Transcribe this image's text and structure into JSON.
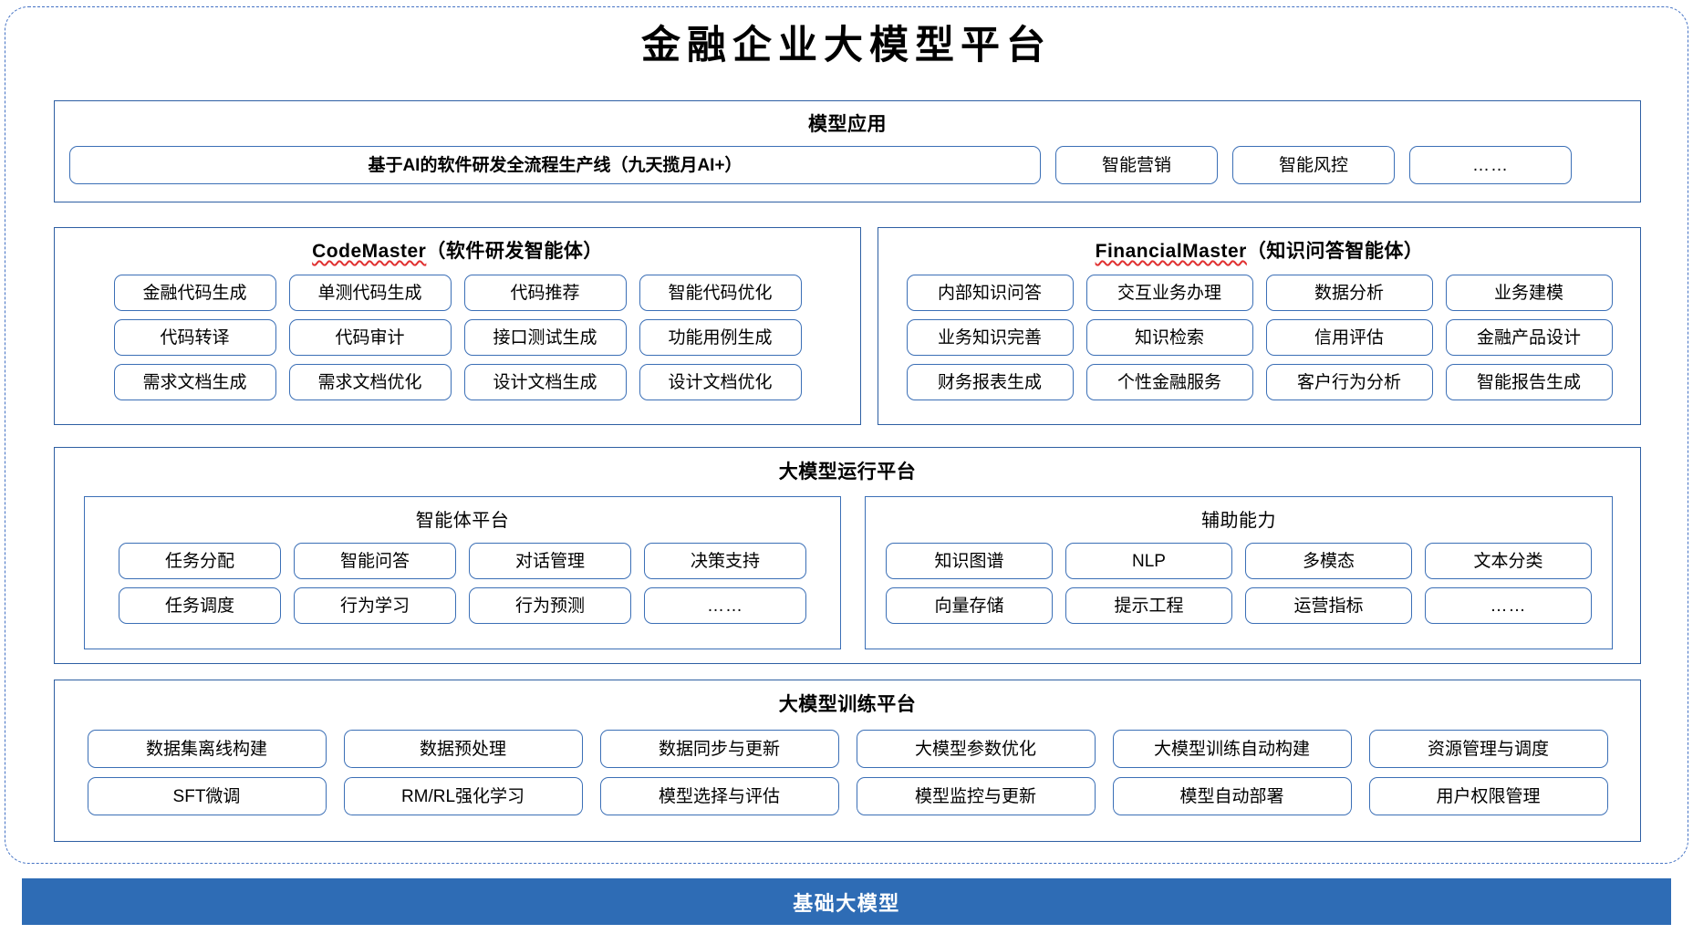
{
  "title": "金融企业大模型平台",
  "model_application": {
    "heading": "模型应用",
    "primary_item": "基于AI的软件研发全流程生产线（九天揽月AI+）",
    "items": [
      "智能营销",
      "智能风控",
      "……"
    ]
  },
  "code_master": {
    "name": "CodeMaster",
    "suffix": "（软件研发智能体）",
    "items": [
      "金融代码生成",
      "单测代码生成",
      "代码推荐",
      "智能代码优化",
      "代码转译",
      "代码审计",
      "接口测试生成",
      "功能用例生成",
      "需求文档生成",
      "需求文档优化",
      "设计文档生成",
      "设计文档优化"
    ]
  },
  "financial_master": {
    "name": "FinancialMaster",
    "suffix": "（知识问答智能体）",
    "items": [
      "内部知识问答",
      "交互业务办理",
      "数据分析",
      "业务建模",
      "业务知识完善",
      "知识检索",
      "信用评估",
      "金融产品设计",
      "财务报表生成",
      "个性金融服务",
      "客户行为分析",
      "智能报告生成"
    ]
  },
  "runtime_platform": {
    "heading": "大模型运行平台",
    "agent_platform": {
      "heading": "智能体平台",
      "items": [
        "任务分配",
        "智能问答",
        "对话管理",
        "决策支持",
        "任务调度",
        "行为学习",
        "行为预测",
        "……"
      ]
    },
    "auxiliary": {
      "heading": "辅助能力",
      "items": [
        "知识图谱",
        "NLP",
        "多模态",
        "文本分类",
        "向量存储",
        "提示工程",
        "运营指标",
        "……"
      ]
    }
  },
  "training_platform": {
    "heading": "大模型训练平台",
    "items": [
      "数据集离线构建",
      "数据预处理",
      "数据同步与更新",
      "大模型参数优化",
      "大模型训练自动构建",
      "资源管理与调度",
      "SFT微调",
      "RM/RL强化学习",
      "模型选择与评估",
      "模型监控与更新",
      "模型自动部署",
      "用户权限管理"
    ]
  },
  "base_model": {
    "label": "基础大模型"
  },
  "colors": {
    "border_blue": "#2e5fa3",
    "chip_border": "#3b6fb6",
    "dashed_frame": "#4472c4",
    "base_bar": "#2e6cb5",
    "spell_red": "#e03030"
  }
}
